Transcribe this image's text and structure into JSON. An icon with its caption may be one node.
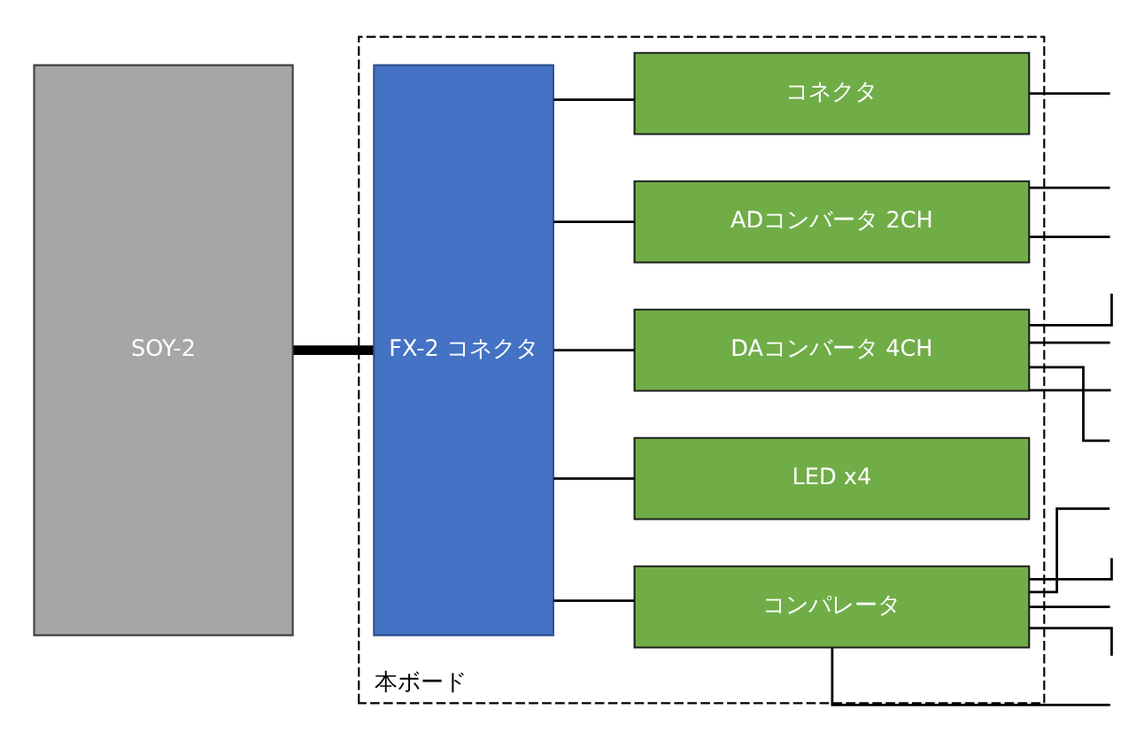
{
  "diagram": {
    "nodes": [
      {
        "text": [
          "SOY-2"
        ]
      },
      {
        "text": [
          "本ボード"
        ]
      },
      {
        "text": [
          "FX-2 コネクタ"
        ],
        "in": 1
      },
      {
        "text": [
          "コネクタ"
        ],
        "in": 1
      },
      {
        "text": [
          "LED x4"
        ],
        "in": 1
      },
      {
        "text": [
          "ADコンバータ 2CH"
        ],
        "in": 1
      },
      {
        "text": [
          "DAコンバータ 4CH"
        ],
        "in": 1
      },
      {
        "text": [
          "コンパレータ"
        ],
        "in": 1
      }
    ],
    "edges": [
      {
        "from": 0,
        "to": 2,
        "arrow": "none",
        "style": "thick"
      },
      {
        "from": 2,
        "to": 3,
        "arrow": "none"
      },
      {
        "from": 2,
        "to": 4,
        "arrow": "none"
      },
      {
        "from": 2,
        "to": 5,
        "arrow": "none"
      },
      {
        "from": 2,
        "to": 6,
        "arrow": "none"
      },
      {
        "from": 2,
        "to": 7,
        "arrow": "none"
      },
      {
        "from": 3,
        "to": null,
        "arrow": "none"
      },
      {
        "from": 5,
        "to": null,
        "arrow": "none"
      },
      {
        "from": 5,
        "to": null,
        "arrow": "none"
      },
      {
        "from": 6,
        "to": null,
        "arrow": "none"
      },
      {
        "from": 6,
        "to": null,
        "arrow": "none"
      },
      {
        "from": 6,
        "to": null,
        "arrow": "none"
      },
      {
        "from": 6,
        "to": null,
        "arrow": "none"
      },
      {
        "from": 7,
        "to": null,
        "arrow": "none"
      },
      {
        "from": 7,
        "to": null,
        "arrow": "none"
      },
      {
        "from": 7,
        "to": null,
        "arrow": "none"
      },
      {
        "from": 7,
        "to": null,
        "arrow": "none"
      },
      {
        "from": 7,
        "to": null,
        "arrow": "none"
      }
    ]
  }
}
